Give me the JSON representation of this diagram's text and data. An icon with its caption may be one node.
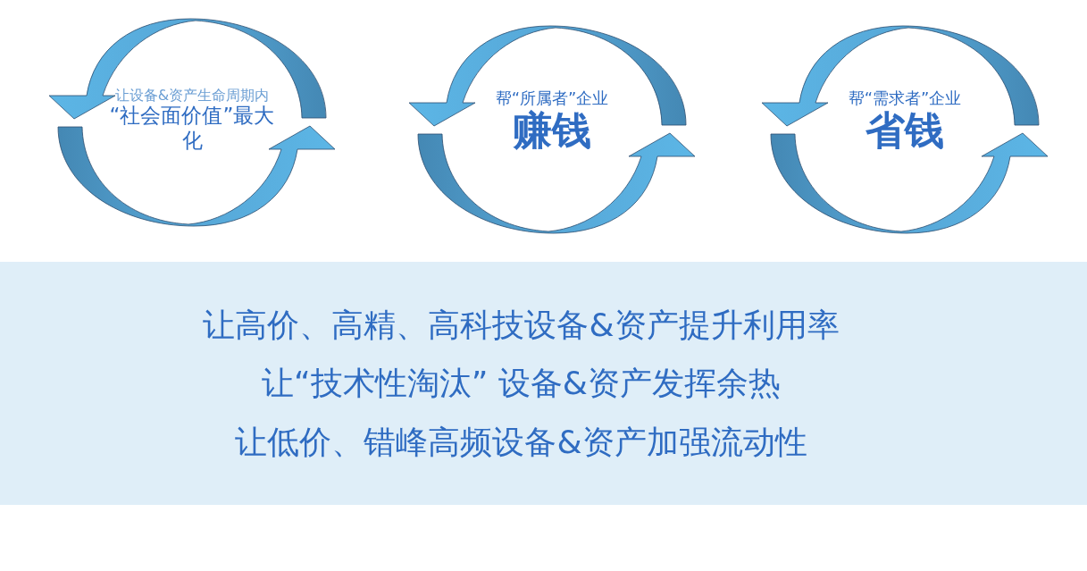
{
  "diagram": {
    "nodes": [
      {
        "text": [
          "让设备&资产生命周期内",
          "“社会面价值”最大化"
        ]
      },
      {
        "text": [
          "帮“所属者”企业",
          "赚钱"
        ]
      },
      {
        "text": [
          "帮“需求者”企业",
          "省钱"
        ]
      },
      {
        "text": [
          "让高价、高精、高科技设备&资产提升利用率",
          "让“技术性淘汰” 设备&资产发挥余热",
          "让低价、错峰高频设备&资产加强流动性"
        ]
      }
    ]
  }
}
